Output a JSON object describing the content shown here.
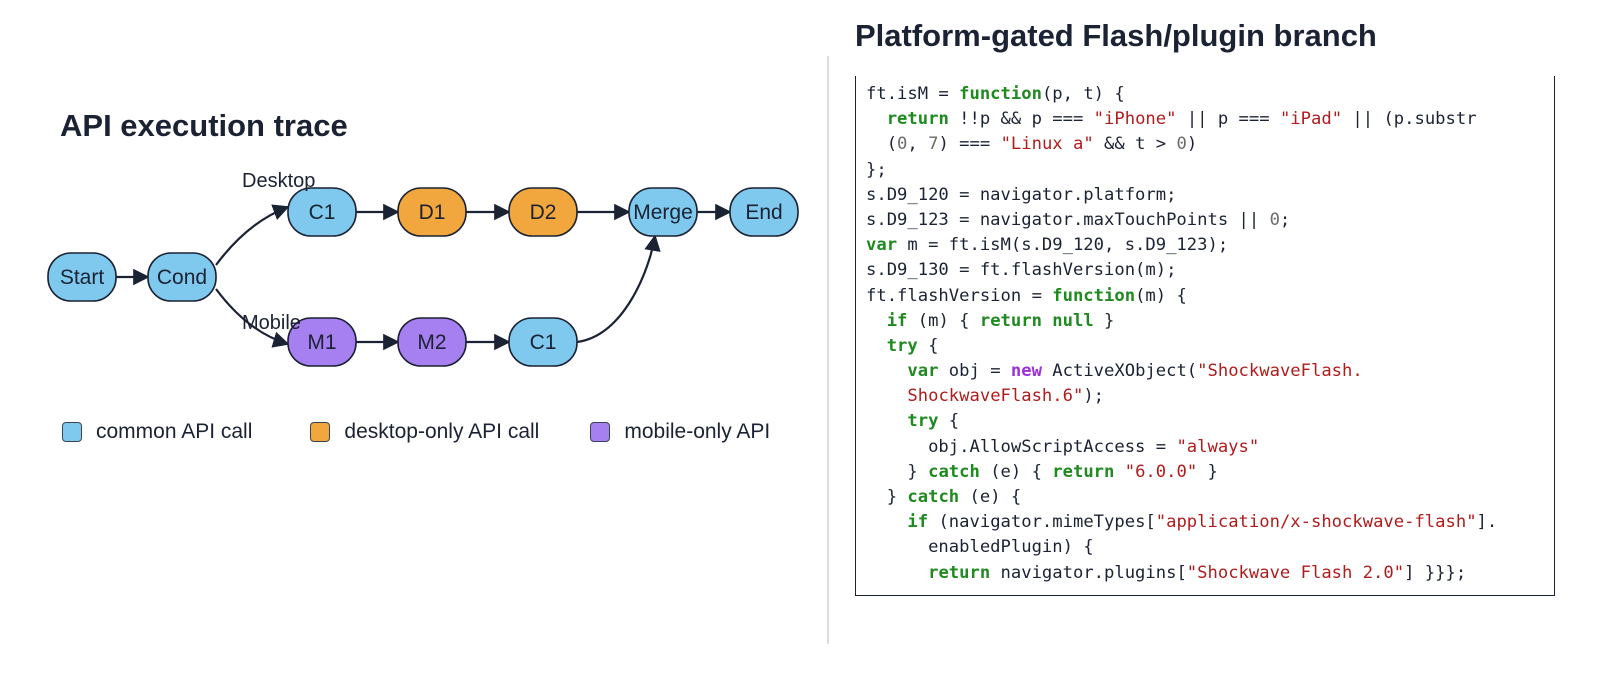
{
  "diagram": {
    "title": "API execution trace",
    "branch_labels": {
      "desktop": "Desktop",
      "mobile": "Mobile"
    },
    "nodes": [
      {
        "id": "start",
        "label": "Start",
        "kind": "common"
      },
      {
        "id": "cond",
        "label": "Cond",
        "kind": "common"
      },
      {
        "id": "c1_top",
        "label": "C1",
        "kind": "common"
      },
      {
        "id": "d1",
        "label": "D1",
        "kind": "desktop"
      },
      {
        "id": "d2",
        "label": "D2",
        "kind": "desktop"
      },
      {
        "id": "merge",
        "label": "Merge",
        "kind": "common"
      },
      {
        "id": "end",
        "label": "End",
        "kind": "common"
      },
      {
        "id": "m1",
        "label": "M1",
        "kind": "mobile"
      },
      {
        "id": "m2",
        "label": "M2",
        "kind": "mobile"
      },
      {
        "id": "c1_bottom",
        "label": "C1",
        "kind": "common"
      }
    ],
    "edges": [
      [
        "start",
        "cond"
      ],
      [
        "cond",
        "c1_top"
      ],
      [
        "cond",
        "m1"
      ],
      [
        "c1_top",
        "d1"
      ],
      [
        "d1",
        "d2"
      ],
      [
        "d2",
        "merge"
      ],
      [
        "merge",
        "end"
      ],
      [
        "m1",
        "m2"
      ],
      [
        "m2",
        "c1_bottom"
      ],
      [
        "c1_bottom",
        "merge"
      ]
    ],
    "colors": {
      "common": "#7fc8ee",
      "desktop": "#f2a73e",
      "mobile": "#a67ff0",
      "edge": "#1b2233"
    },
    "legend": [
      {
        "kind": "common",
        "label": "common API call"
      },
      {
        "kind": "desktop",
        "label": "desktop-only API call"
      },
      {
        "kind": "mobile",
        "label": "mobile-only API"
      }
    ]
  },
  "code": {
    "title": "Platform-gated Flash/plugin branch",
    "lines": [
      [
        [
          "",
          "ft.isM = "
        ],
        [
          "kw",
          "function"
        ],
        [
          "",
          "(p, t) {"
        ]
      ],
      [
        [
          "",
          "  "
        ],
        [
          "kw",
          "return"
        ],
        [
          "",
          " !!p && p === "
        ],
        [
          "str",
          "\"iPhone\""
        ],
        [
          "",
          " || p === "
        ],
        [
          "str",
          "\"iPad\""
        ],
        [
          "",
          " || (p.substr"
        ]
      ],
      [
        [
          "",
          "  ("
        ],
        [
          "num",
          "0"
        ],
        [
          "",
          ", "
        ],
        [
          "num",
          "7"
        ],
        [
          "",
          ") === "
        ],
        [
          "str",
          "\"Linux a\""
        ],
        [
          "",
          " && t > "
        ],
        [
          "num",
          "0"
        ],
        [
          "",
          ")"
        ]
      ],
      [
        [
          "",
          "};"
        ]
      ],
      [
        [
          "",
          "s.D9_120 = navigator.platform;"
        ]
      ],
      [
        [
          "",
          "s.D9_123 = navigator.maxTouchPoints || "
        ],
        [
          "num",
          "0"
        ],
        [
          "",
          ";"
        ]
      ],
      [
        [
          "kw",
          "var"
        ],
        [
          "",
          " m = ft.isM(s.D9_120, s.D9_123);"
        ]
      ],
      [
        [
          "",
          "s.D9_130 = ft.flashVersion(m);"
        ]
      ],
      [
        [
          "",
          "ft.flashVersion = "
        ],
        [
          "kw",
          "function"
        ],
        [
          "",
          "(m) {"
        ]
      ],
      [
        [
          "",
          "  "
        ],
        [
          "kw",
          "if"
        ],
        [
          "",
          " (m) { "
        ],
        [
          "kw",
          "return"
        ],
        [
          "",
          " "
        ],
        [
          "kw",
          "null"
        ],
        [
          "",
          " }"
        ]
      ],
      [
        [
          "",
          "  "
        ],
        [
          "kw",
          "try"
        ],
        [
          "",
          " {"
        ]
      ],
      [
        [
          "",
          "    "
        ],
        [
          "kw",
          "var"
        ],
        [
          "",
          " obj = "
        ],
        [
          "kw2",
          "new"
        ],
        [
          "",
          " ActiveXObject("
        ],
        [
          "str",
          "\"ShockwaveFlash."
        ]
      ],
      [
        [
          "",
          "    "
        ],
        [
          "str",
          "ShockwaveFlash.6\""
        ],
        [
          "",
          ");"
        ]
      ],
      [
        [
          "",
          "    "
        ],
        [
          "kw",
          "try"
        ],
        [
          "",
          " {"
        ]
      ],
      [
        [
          "",
          "      obj.AllowScriptAccess = "
        ],
        [
          "str",
          "\"always\""
        ]
      ],
      [
        [
          "",
          "    } "
        ],
        [
          "kw",
          "catch"
        ],
        [
          "",
          " (e) { "
        ],
        [
          "kw",
          "return"
        ],
        [
          "",
          " "
        ],
        [
          "str",
          "\"6.0.0\""
        ],
        [
          "",
          " }"
        ]
      ],
      [
        [
          "",
          "  } "
        ],
        [
          "kw",
          "catch"
        ],
        [
          "",
          " (e) {"
        ]
      ],
      [
        [
          "",
          "    "
        ],
        [
          "kw",
          "if"
        ],
        [
          "",
          " (navigator.mimeTypes["
        ],
        [
          "str",
          "\"application/x-shockwave-flash\""
        ],
        [
          "",
          "]."
        ]
      ],
      [
        [
          "",
          "      enabledPlugin) {"
        ]
      ],
      [
        [
          "",
          "      "
        ],
        [
          "kw",
          "return"
        ],
        [
          "",
          " navigator.plugins["
        ],
        [
          "str",
          "\"Shockwave Flash 2.0\""
        ],
        [
          "",
          "] }}};"
        ]
      ]
    ]
  }
}
